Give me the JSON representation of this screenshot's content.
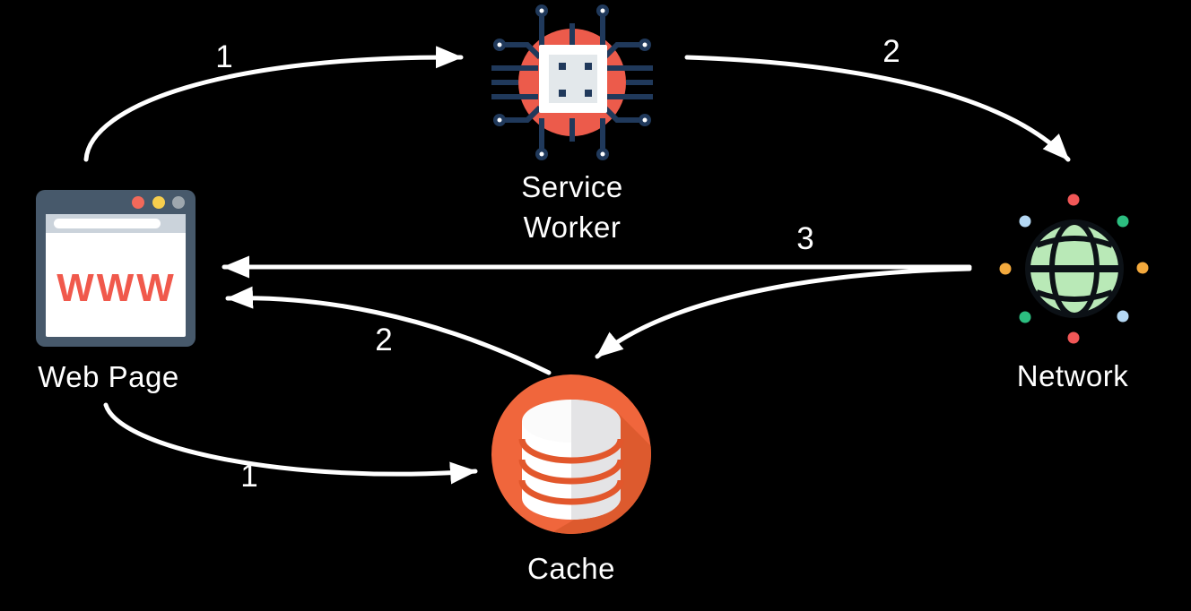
{
  "canvas": {
    "background": "#000000"
  },
  "nodes": {
    "web_page": {
      "label": "Web Page",
      "browser_text": "WWW"
    },
    "service_worker": {
      "label": "Service Worker"
    },
    "network": {
      "label": "Network"
    },
    "cache": {
      "label": "Cache"
    }
  },
  "arrows": [
    {
      "id": "web-page-to-service-worker",
      "from": "Web Page",
      "to": "Service Worker",
      "label": "1"
    },
    {
      "id": "service-worker-to-network",
      "from": "Service Worker",
      "to": "Network",
      "label": "2"
    },
    {
      "id": "network-to-web-page",
      "from": "Network",
      "to": "Web Page",
      "label": "3"
    },
    {
      "id": "network-to-cache",
      "from": "Network",
      "to": "Cache",
      "label": ""
    },
    {
      "id": "cache-to-web-page",
      "from": "Cache",
      "to": "Web Page",
      "label": "2"
    },
    {
      "id": "web-page-to-cache",
      "from": "Web Page",
      "to": "Cache",
      "label": "1"
    }
  ],
  "colors": {
    "arrow": "#ffffff",
    "label_text": "#ffffff",
    "coral": "#EC5B4B",
    "navy": "#20395B",
    "browser_frame": "#47596B",
    "browser_dot_red": "#F2695A",
    "browser_dot_yellow": "#F7CE4D",
    "browser_dot_gray": "#9EA7AE",
    "address_bar": "#CBD3DB",
    "chip_inner": "#E3E8EB",
    "cache_orange": "#F0663C",
    "cache_shadow": "#DD5A2E",
    "cache_disk_light": "#FFFFFF",
    "cache_disk_dark": "#E4E4E6",
    "globe_green": "#B9E9B7",
    "globe_line": "#0C1116",
    "net_dot_red": "#F15757",
    "net_dot_blue": "#B5D8F4",
    "net_dot_green": "#2CBE80",
    "net_dot_orange": "#F3A93D"
  }
}
